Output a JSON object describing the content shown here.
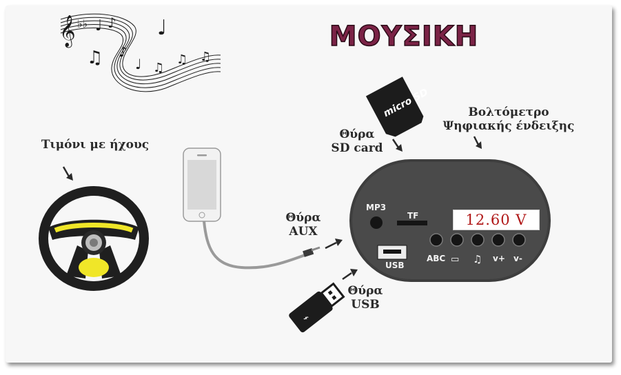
{
  "title": "ΜΟΥΣΙΚΗ",
  "labels": {
    "steering": "Τιμόνι με ήχους",
    "sd_port": [
      "Θύρα",
      "SD card"
    ],
    "voltmeter": [
      "Βολτόμετρο",
      "Ψηφιακής ένδειξης"
    ],
    "aux_port": [
      "Θύρα",
      "AUX"
    ],
    "usb_port": [
      "Θύρα",
      "USB"
    ]
  },
  "panel": {
    "voltage": "12.60 V",
    "mp3_label": "MP3",
    "tf_label": "TF",
    "usb_label": "USB",
    "button_labels": [
      "ABC",
      "v+",
      "v-"
    ],
    "button_icons": [
      "book-icon",
      "music-note-icon"
    ]
  },
  "sd_card_text": "micro SD",
  "colors": {
    "title": "#7b2346",
    "voltage": "#b01818",
    "wheel_accent": "#f0e628"
  }
}
